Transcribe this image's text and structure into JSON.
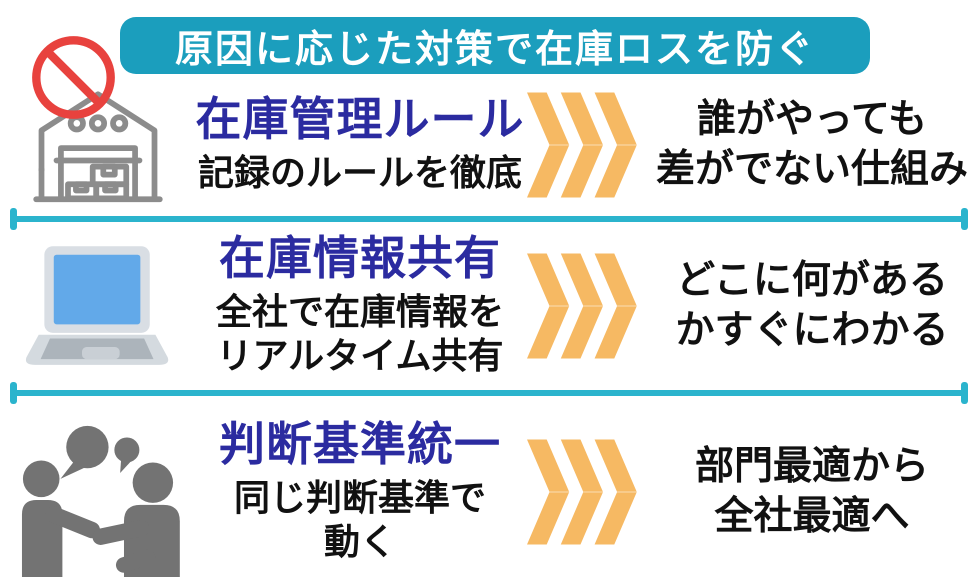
{
  "header": {
    "title": "原因に応じた対策で在庫ロスを防ぐ"
  },
  "colors": {
    "banner_teal": "#1B9EBD",
    "divider_cyan": "#2BB4CD",
    "heading_navy": "#2B2BA0",
    "chevron_orange": "#F6B963",
    "prohibition_red": "#E8423E",
    "icon_gray": "#8C8C8C",
    "people_gray": "#737373",
    "laptop_blue": "#62A9E9"
  },
  "rows": [
    {
      "icon": "warehouse-icon",
      "title": "在庫管理ルール",
      "description": "記録のルールを徹底",
      "result": "誰がやっても\n差がでない仕組み"
    },
    {
      "icon": "laptop-icon",
      "title": "在庫情報共有",
      "description": "全社で在庫情報を\nリアルタイム共有",
      "result": "どこに何がある\nかすぐにわかる"
    },
    {
      "icon": "people-talking-icon",
      "title": "判断基準統一",
      "description": "同じ判断基準で\n動く",
      "result": "部門最適から\n全社最適へ"
    }
  ]
}
